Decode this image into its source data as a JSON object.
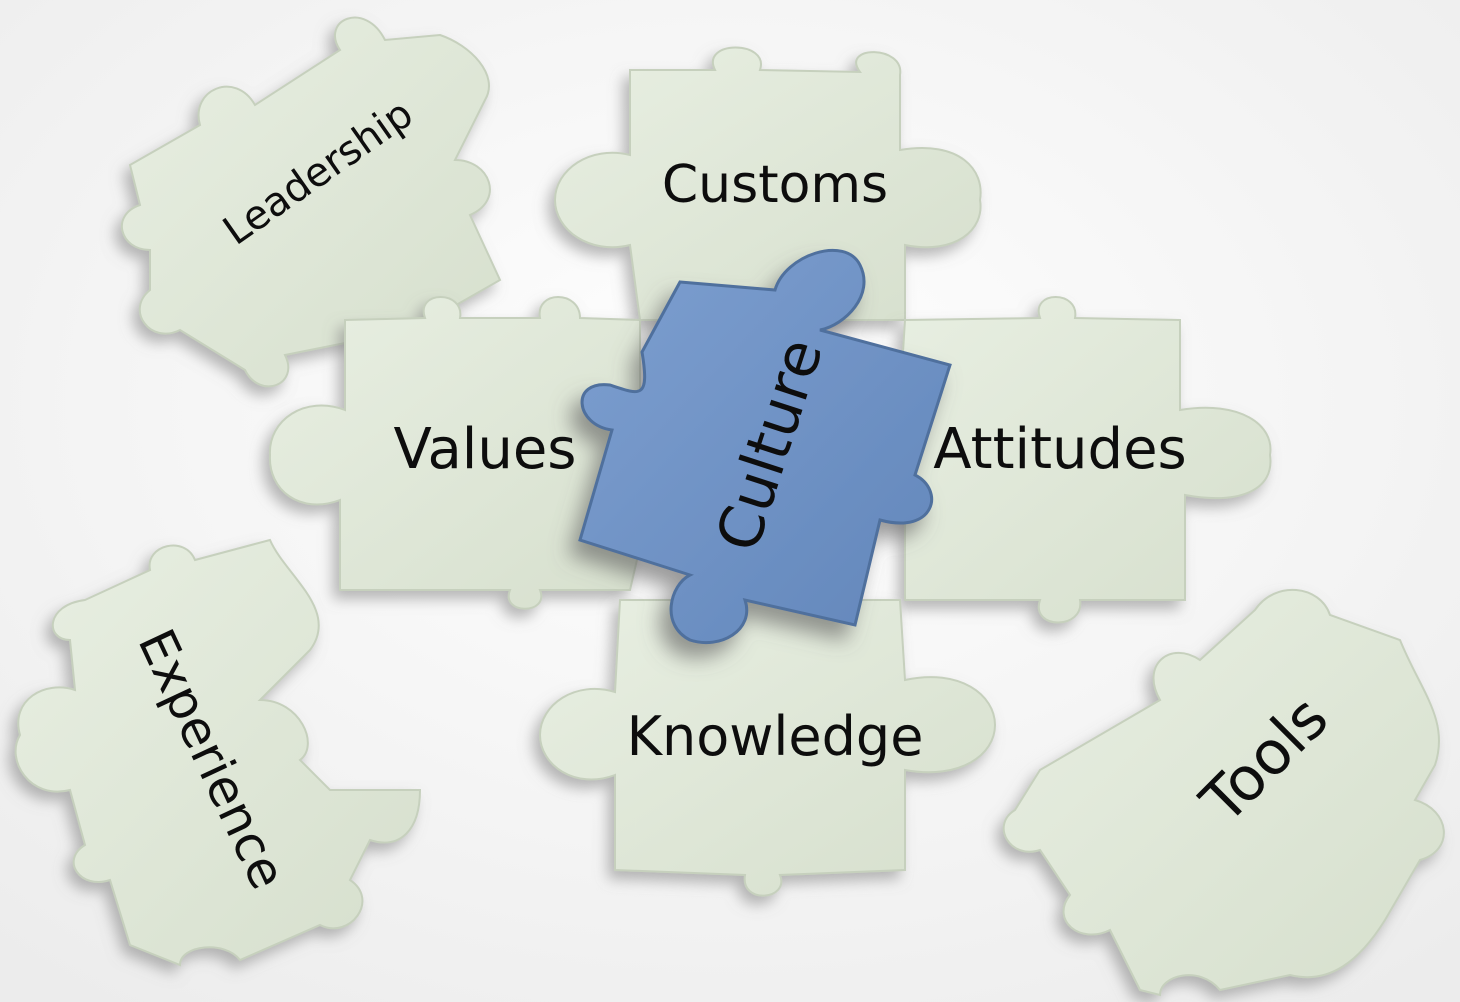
{
  "colors": {
    "background": "#f4f4f4",
    "piece_fill": "#dfe7d8",
    "piece_edge": "#c6d0bd",
    "highlight_fill": "#6f92c4",
    "highlight_edge": "#4f6f9d",
    "shadow": "#8f8f8f",
    "text": "#111111"
  },
  "pieces": {
    "leadership": {
      "label": "Leadership",
      "highlight": false
    },
    "customs": {
      "label": "Customs",
      "highlight": false
    },
    "values": {
      "label": "Values",
      "highlight": false
    },
    "attitudes": {
      "label": "Attitudes",
      "highlight": false
    },
    "knowledge": {
      "label": "Knowledge",
      "highlight": false
    },
    "experience": {
      "label": "Experience",
      "highlight": false
    },
    "tools": {
      "label": "Tools",
      "highlight": false
    },
    "culture": {
      "label": "Culture",
      "highlight": true
    }
  }
}
